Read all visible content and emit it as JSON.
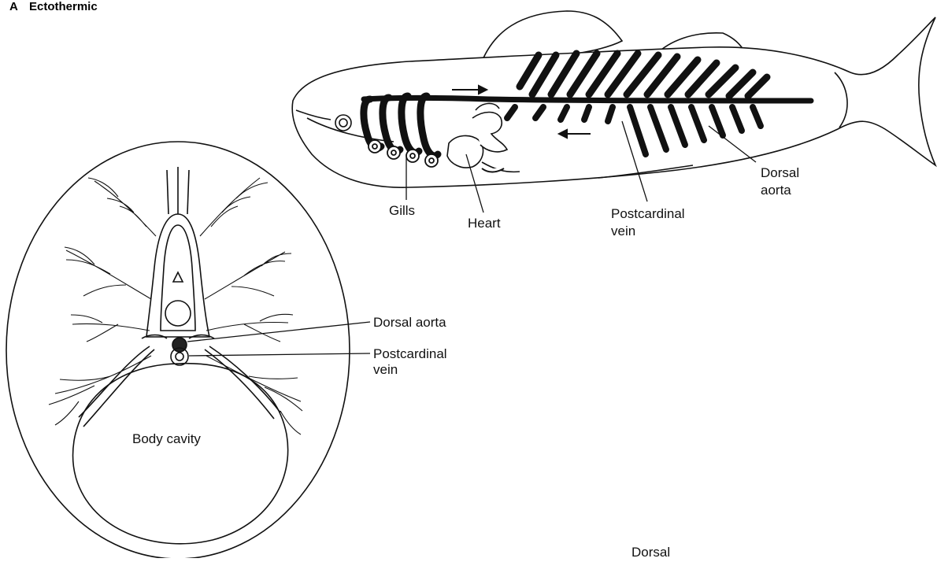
{
  "panel": {
    "letter": "A",
    "title": "Ectothermic"
  },
  "fish_diagram": {
    "labels": {
      "gills": "Gills",
      "heart": "Heart",
      "postcardinal_vein_line1": "Postcardinal",
      "postcardinal_vein_line2": "vein",
      "dorsal_aorta_line1": "Dorsal",
      "dorsal_aorta_line2": "aorta"
    }
  },
  "cross_section": {
    "labels": {
      "dorsal_aorta": "Dorsal aorta",
      "postcardinal_vein_line1": "Postcardinal",
      "postcardinal_vein_line2": "vein",
      "body_cavity": "Body cavity"
    }
  },
  "next_panel_partial": {
    "label": "Dorsal"
  },
  "colors": {
    "ink": "#111111",
    "background": "#ffffff"
  }
}
